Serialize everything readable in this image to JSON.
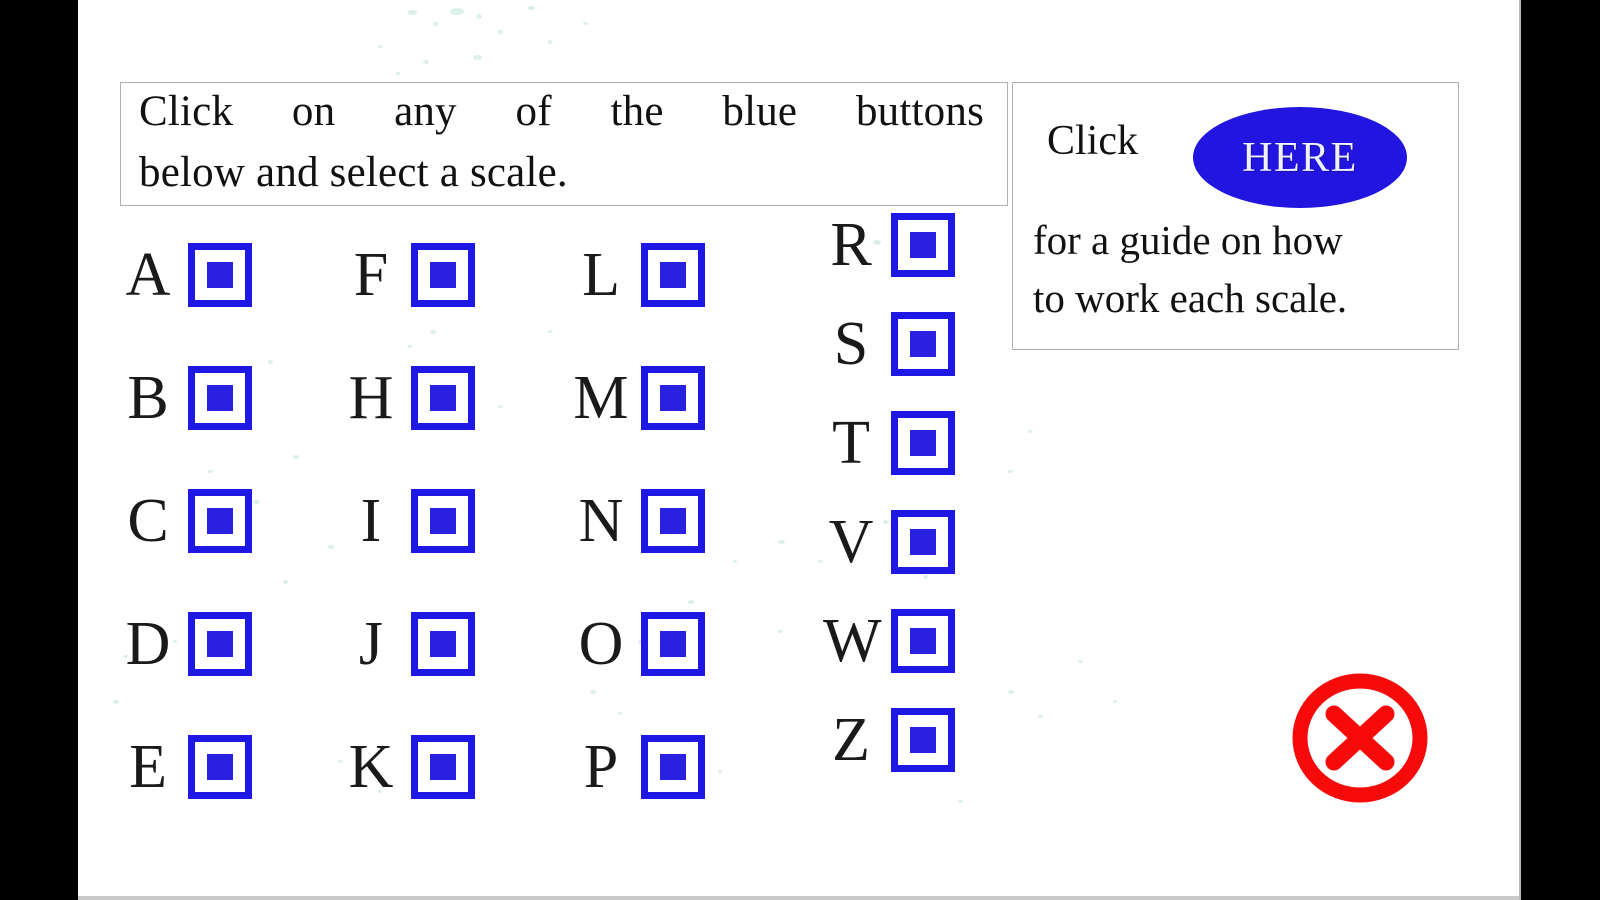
{
  "instruction": {
    "line1": "Click on any of the blue buttons",
    "line2": "below and select a scale."
  },
  "guide": {
    "click_label": "Click",
    "here_label": "HERE",
    "line1": "for a guide on how",
    "line2": "to work each scale."
  },
  "columns": [
    {
      "letters": [
        "A",
        "B",
        "C",
        "D",
        "E"
      ]
    },
    {
      "letters": [
        "F",
        "H",
        "I",
        "J",
        "K"
      ]
    },
    {
      "letters": [
        "L",
        "M",
        "N",
        "O",
        "P"
      ]
    },
    {
      "letters": [
        "R",
        "S",
        "T",
        "V",
        "W",
        "Z"
      ]
    }
  ],
  "close": {
    "name": "close-button"
  },
  "colors": {
    "blue": "#2215e0",
    "button_blue": "#1f17e3",
    "pip_blue": "#2a20e0",
    "red": "#f60a0a",
    "here_text": "#f0f2ff",
    "panel_border": "#b0b0b0",
    "page_background": "#ffffff",
    "letterbox": "#000000",
    "text": "#111111",
    "speckle": "#bfe2d8"
  }
}
